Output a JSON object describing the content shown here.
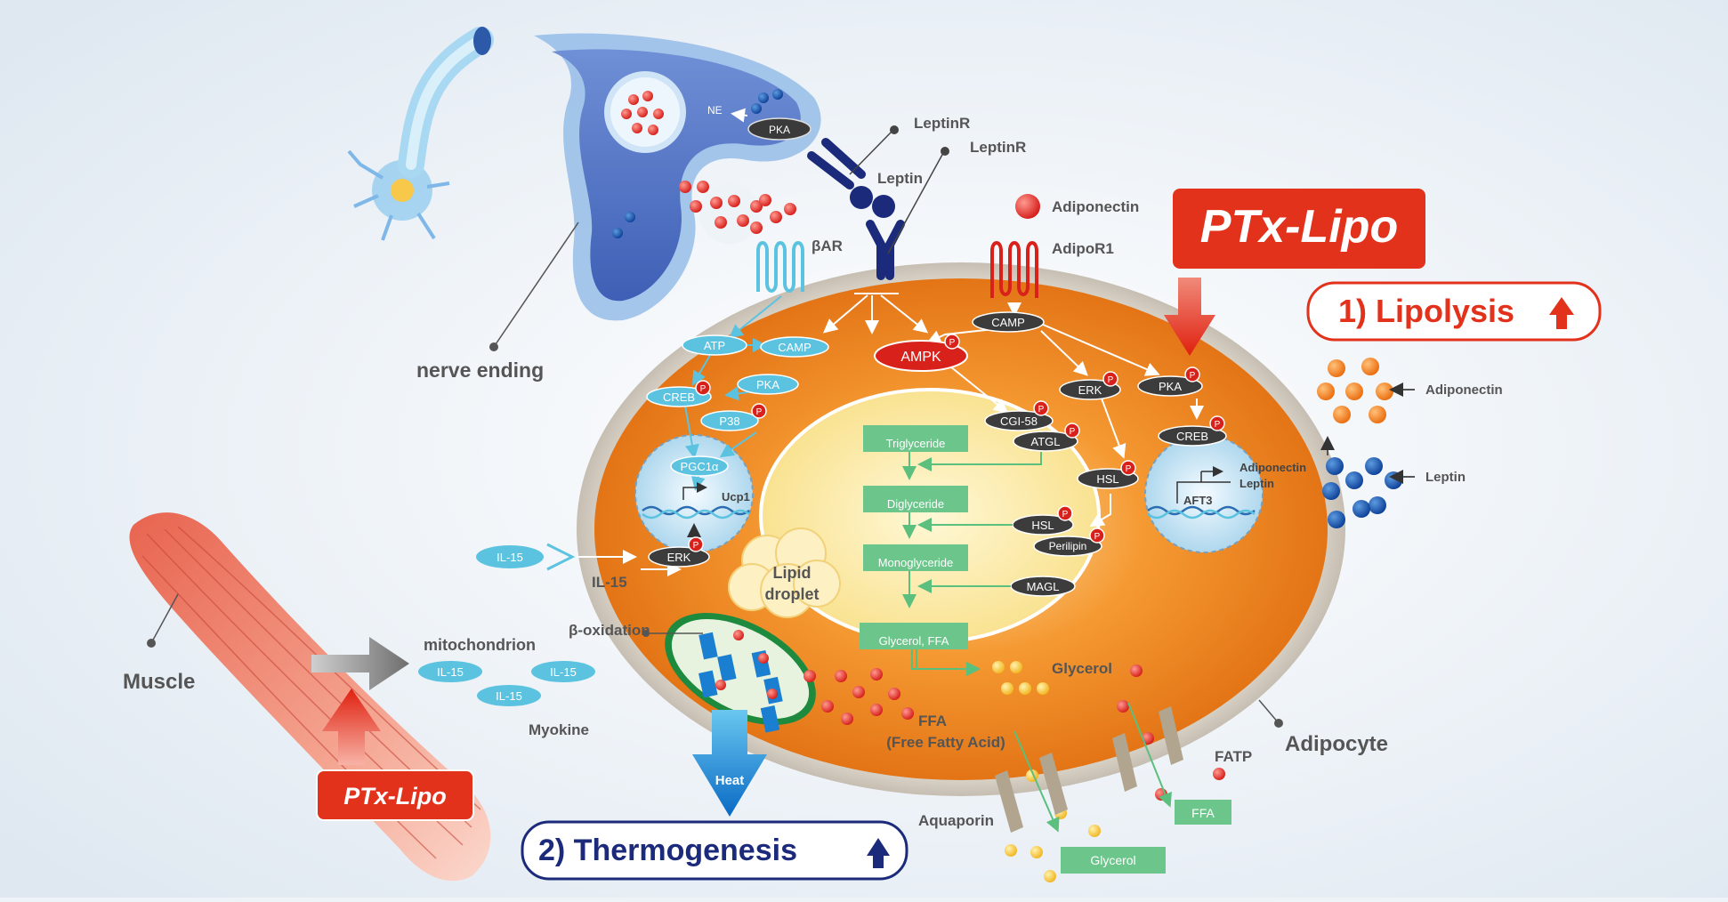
{
  "nerve": {
    "ne": "NE",
    "pka": "PKA",
    "caption": "nerve ending"
  },
  "receptors": {
    "leptinr_1": "LeptinR",
    "leptinr_2": "LeptinR",
    "leptin": "Leptin",
    "bar": "βAR",
    "adiponectin": "Adiponectin",
    "adipor1": "AdipoR1"
  },
  "left_path": {
    "atp": "ATP",
    "camp": "CAMP",
    "pka": "PKA",
    "creb": "CREB",
    "p38": "P38",
    "pgc1a": "PGC1α",
    "ucp1": "Ucp1",
    "erk": "ERK",
    "il15_receptor": "IL-15",
    "il15_label": "IL-15"
  },
  "center_path": {
    "ampk": "AMPK",
    "camp": "CAMP",
    "erk": "ERK",
    "pka": "PKA",
    "creb": "CREB",
    "cgi58": "CGI-58",
    "atgl": "ATGL",
    "hsl_1": "HSL",
    "hsl_2": "HSL",
    "perilipin": "Perilipin",
    "magl": "MAGL",
    "aft3": "AFT3",
    "adiponectin_gene": "Adiponectin",
    "leptin_gene": "Leptin"
  },
  "lipolysis_steps": {
    "triglyceride": "Triglyceride",
    "diglyceride": "Diglyceride",
    "monoglyceride": "Monoglyceride",
    "glycerol_ffa": "Glycerol, FFA"
  },
  "lipid_droplet": {
    "line1": "Lipid",
    "line2": "droplet"
  },
  "muscle": {
    "caption": "Muscle",
    "mitochondrion": "mitochondrion",
    "beta_oxidation": "β-oxidation",
    "myokine": "Myokine",
    "il15_a": "IL-15",
    "il15_b": "IL-15",
    "il15_c": "IL-15",
    "ptx_lipo": "PTx-Lipo"
  },
  "outputs": {
    "heat": "Heat",
    "thermogenesis": "2) Thermogenesis",
    "glycerol": "Glycerol",
    "ffa_line1": "FFA",
    "ffa_line2": "(Free Fatty Acid)",
    "aquaporin": "Aquaporin",
    "fatp": "FATP",
    "adipocyte": "Adipocyte",
    "ffa_box": "FFA",
    "glycerol_box": "Glycerol"
  },
  "right_side": {
    "ptx_lipo": "PTx-Lipo",
    "lipolysis": "1) Lipolysis",
    "adiponectin": "Adiponectin",
    "leptin": "Leptin"
  },
  "phospho_mark": "P",
  "colors": {
    "cell_orange": "#f08a1e",
    "nucleus_cream": "#fdf3c4",
    "step_green": "#6cc58a",
    "red_banner": "#e2321b",
    "navy": "#1b2a7a",
    "light_blue": "#5bc3e0",
    "dark_pill": "#3c3c3c"
  }
}
